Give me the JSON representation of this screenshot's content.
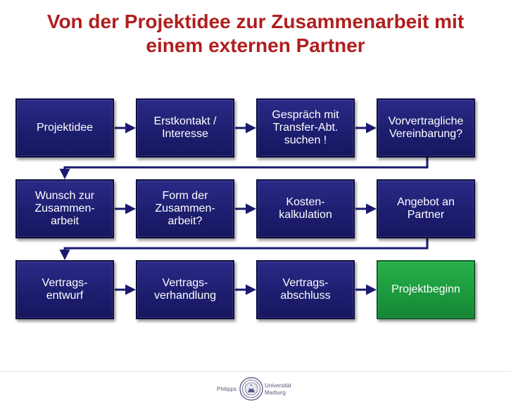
{
  "title": "Von der Projektidee zur Zusammenarbeit mit\neinem externen Partner",
  "rows": [
    [
      "Projektidee",
      "Erstkontakt /\nInteresse",
      "Gespräch mit\nTransfer-Abt.\nsuchen !",
      "Vorvertragliche\nVereinbarung?"
    ],
    [
      "Wunsch zur\nZusammen-\narbeit",
      "Form der\nZusammen-\narbeit?",
      "Kosten-\nkalkulation",
      "Angebot an\nPartner"
    ],
    [
      "Vertrags-\nentwurf",
      "Vertrags-\nverhandlung",
      "Vertrags-\nabschluss",
      "Projektbeginn"
    ]
  ],
  "colors": {
    "title": "#b01e1e",
    "box": "#1e1e70",
    "box_final": "#1c9a3e",
    "arrow": "#1a1a70"
  },
  "footer": {
    "logo_left": "Philipps",
    "logo_right_1": "Universität",
    "logo_right_2": "Marburg"
  }
}
